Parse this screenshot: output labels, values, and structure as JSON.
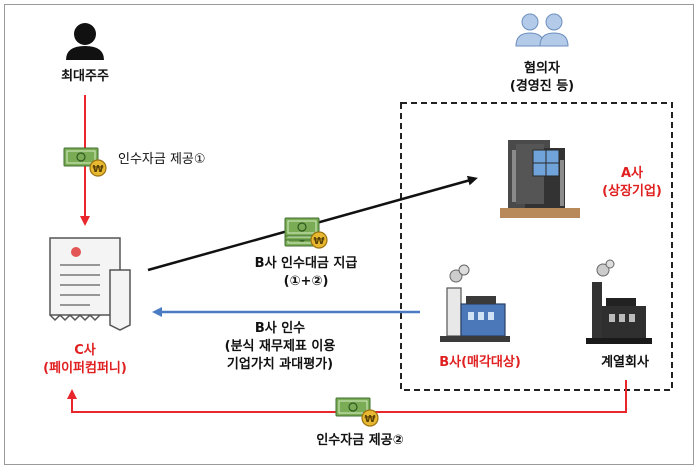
{
  "nodes": {
    "largest_shareholder": {
      "label": "최대주주"
    },
    "conspirators": {
      "label_line1": "혐의자",
      "label_line2": "(경영진 등)"
    },
    "company_a": {
      "label_line1": "A사",
      "label_line2": "(상장기업)"
    },
    "company_b": {
      "label": "B사(매각대상)"
    },
    "affiliate": {
      "label": "계열회사"
    },
    "company_c": {
      "label_line1": "C사",
      "label_line2": "(페이퍼컴퍼니)"
    }
  },
  "edges": {
    "funding_1": {
      "label": "인수자금 제공①"
    },
    "payment_b": {
      "label_line1": "B사 인수대금 지급",
      "label_line2": "(①+②)"
    },
    "acquire_b": {
      "label_line1": "B사 인수",
      "label_line2": "(분식 재무제표 이용",
      "label_line3": "기업가치 과대평가)"
    },
    "funding_2": {
      "label": "인수자금 제공②"
    }
  },
  "colors": {
    "red_arrow": "#e8262b",
    "black_arrow": "#111111",
    "blue_arrow": "#4a7cc4",
    "money_green": "#6a9a4c",
    "highlight_red": "#e02020"
  }
}
